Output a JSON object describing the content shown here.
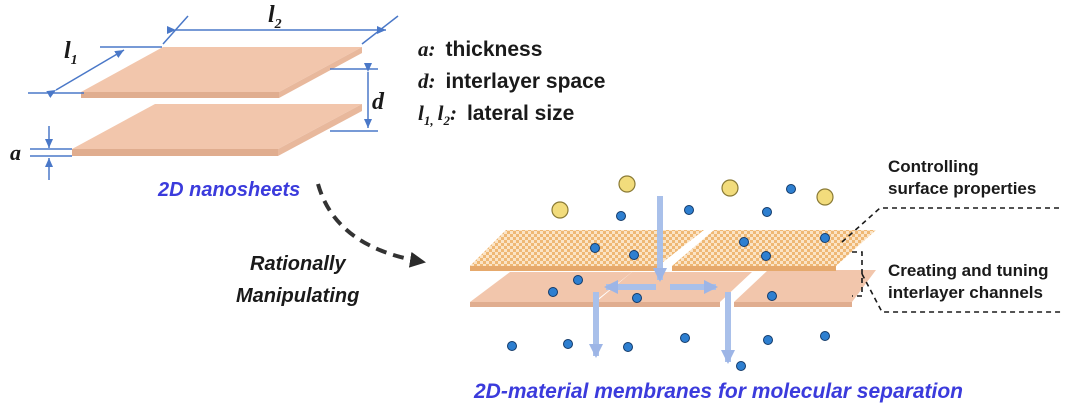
{
  "dimension_labels": {
    "l1_letter": "l",
    "l1_sub": "1",
    "l2_letter": "l",
    "l2_sub": "2",
    "d": "d",
    "a": "a"
  },
  "legend": {
    "a_term": "a:",
    "a_desc": "thickness",
    "d_term": "d:",
    "d_desc": "interlayer space",
    "l_term_l1": "l",
    "l_term_sub1": "1,",
    "l_term_l2": "l",
    "l_term_sub2": "2",
    "l_term_colon": ":",
    "l_desc": "lateral size"
  },
  "captions": {
    "nanosheets": "2D nanosheets",
    "rationally": "Rationally",
    "manipulating": "Manipulating",
    "controlling_line1": "Controlling",
    "controlling_line2": "surface properties",
    "creating_line1": "Creating and tuning",
    "creating_line2": "interlayer channels",
    "membranes": "2D-material membranes for molecular separation"
  },
  "colors": {
    "sheet_fill": "#f2c6ac",
    "sheet_edge": "#e4b094",
    "sheet_bottom": "#e0ad8f",
    "dimension_line": "#4a78c8",
    "blue_text": "#3b3bdc",
    "flow_arrow": "#a9c0ea",
    "small_molecule": "#2e7fd0",
    "large_molecule": "#f2dc7c",
    "checker": "#f3c088"
  }
}
